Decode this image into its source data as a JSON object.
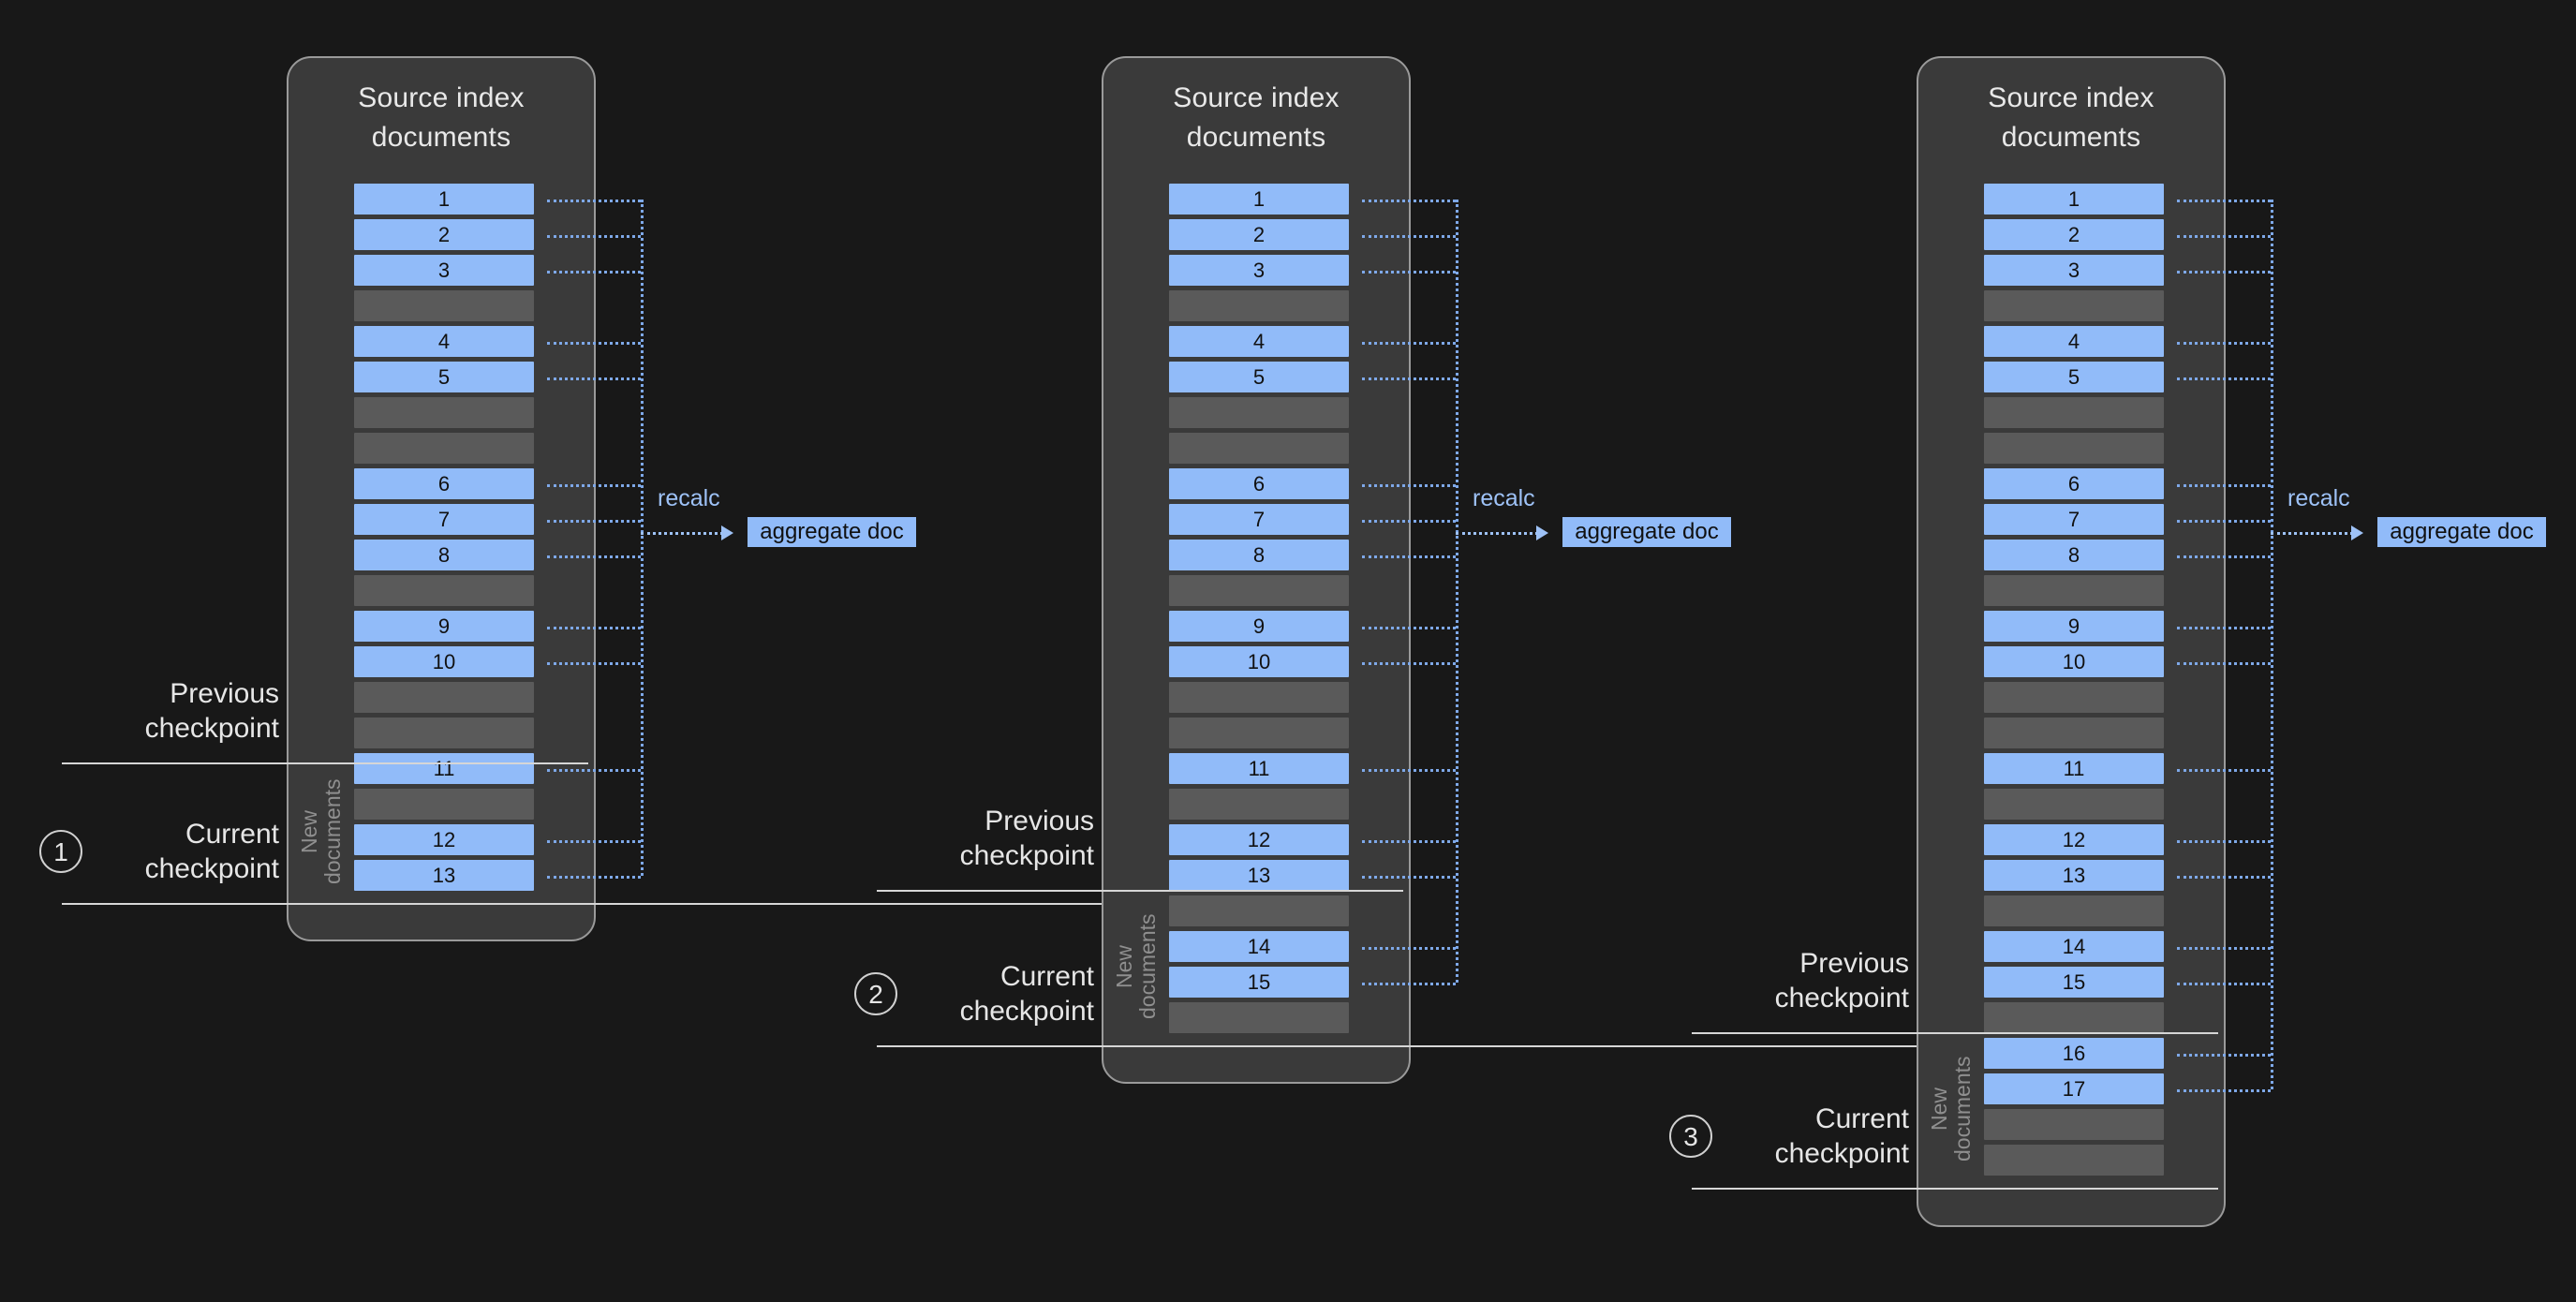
{
  "background": "#181818",
  "colors": {
    "panel_bg": "#3a3a3a",
    "panel_border": "#9a9a9a",
    "doc_row": "#91bbf9",
    "blank_row": "#5a5a5a",
    "connector": "#7ea8e8",
    "recalc": "#9ec2f7",
    "rule": "#d6d6d6",
    "title_text": "#e8e8e8",
    "newdocs_text": "#8f8f8f"
  },
  "labels": {
    "panel_title": "Source index\ndocuments",
    "new_documents": "New\ndocuments",
    "recalc": "recalc",
    "aggregate_doc": "aggregate doc",
    "previous_checkpoint": "Previous\ncheckpoint",
    "current_checkpoint": "Current\ncheckpoint"
  },
  "stages": [
    {
      "step": "1",
      "panel_title": "Source index\ndocuments",
      "recalc_label": "recalc",
      "aggregate_label": "aggregate doc",
      "previous_checkpoint_label": "Previous\ncheckpoint",
      "current_checkpoint_label": "Current\ncheckpoint",
      "new_documents_label": "New\ndocuments",
      "rows": [
        {
          "type": "doc",
          "id": "1"
        },
        {
          "type": "doc",
          "id": "2"
        },
        {
          "type": "doc",
          "id": "3"
        },
        {
          "type": "blank",
          "id": ""
        },
        {
          "type": "doc",
          "id": "4"
        },
        {
          "type": "doc",
          "id": "5"
        },
        {
          "type": "blank",
          "id": ""
        },
        {
          "type": "blank",
          "id": ""
        },
        {
          "type": "doc",
          "id": "6"
        },
        {
          "type": "doc",
          "id": "7"
        },
        {
          "type": "doc",
          "id": "8"
        },
        {
          "type": "blank",
          "id": ""
        },
        {
          "type": "doc",
          "id": "9"
        },
        {
          "type": "doc",
          "id": "10"
        },
        {
          "type": "blank",
          "id": ""
        },
        {
          "type": "blank",
          "id": ""
        },
        {
          "type": "doc",
          "id": "11"
        },
        {
          "type": "blank",
          "id": ""
        },
        {
          "type": "doc",
          "id": "12"
        },
        {
          "type": "doc",
          "id": "13"
        }
      ],
      "new_documents_start_index": 16
    },
    {
      "step": "2",
      "panel_title": "Source index\ndocuments",
      "recalc_label": "recalc",
      "aggregate_label": "aggregate doc",
      "previous_checkpoint_label": "Previous\ncheckpoint",
      "current_checkpoint_label": "Current\ncheckpoint",
      "new_documents_label": "New\ndocuments",
      "rows": [
        {
          "type": "doc",
          "id": "1"
        },
        {
          "type": "doc",
          "id": "2"
        },
        {
          "type": "doc",
          "id": "3"
        },
        {
          "type": "blank",
          "id": ""
        },
        {
          "type": "doc",
          "id": "4"
        },
        {
          "type": "doc",
          "id": "5"
        },
        {
          "type": "blank",
          "id": ""
        },
        {
          "type": "blank",
          "id": ""
        },
        {
          "type": "doc",
          "id": "6"
        },
        {
          "type": "doc",
          "id": "7"
        },
        {
          "type": "doc",
          "id": "8"
        },
        {
          "type": "blank",
          "id": ""
        },
        {
          "type": "doc",
          "id": "9"
        },
        {
          "type": "doc",
          "id": "10"
        },
        {
          "type": "blank",
          "id": ""
        },
        {
          "type": "blank",
          "id": ""
        },
        {
          "type": "doc",
          "id": "11"
        },
        {
          "type": "blank",
          "id": ""
        },
        {
          "type": "doc",
          "id": "12"
        },
        {
          "type": "doc",
          "id": "13"
        },
        {
          "type": "blank",
          "id": ""
        },
        {
          "type": "doc",
          "id": "14"
        },
        {
          "type": "doc",
          "id": "15"
        },
        {
          "type": "blank",
          "id": ""
        }
      ],
      "new_documents_start_index": 20
    },
    {
      "step": "3",
      "panel_title": "Source index\ndocuments",
      "recalc_label": "recalc",
      "aggregate_label": "aggregate doc",
      "previous_checkpoint_label": "Previous\ncheckpoint",
      "current_checkpoint_label": "Current\ncheckpoint",
      "new_documents_label": "New\ndocuments",
      "rows": [
        {
          "type": "doc",
          "id": "1"
        },
        {
          "type": "doc",
          "id": "2"
        },
        {
          "type": "doc",
          "id": "3"
        },
        {
          "type": "blank",
          "id": ""
        },
        {
          "type": "doc",
          "id": "4"
        },
        {
          "type": "doc",
          "id": "5"
        },
        {
          "type": "blank",
          "id": ""
        },
        {
          "type": "blank",
          "id": ""
        },
        {
          "type": "doc",
          "id": "6"
        },
        {
          "type": "doc",
          "id": "7"
        },
        {
          "type": "doc",
          "id": "8"
        },
        {
          "type": "blank",
          "id": ""
        },
        {
          "type": "doc",
          "id": "9"
        },
        {
          "type": "doc",
          "id": "10"
        },
        {
          "type": "blank",
          "id": ""
        },
        {
          "type": "blank",
          "id": ""
        },
        {
          "type": "doc",
          "id": "11"
        },
        {
          "type": "blank",
          "id": ""
        },
        {
          "type": "doc",
          "id": "12"
        },
        {
          "type": "doc",
          "id": "13"
        },
        {
          "type": "blank",
          "id": ""
        },
        {
          "type": "doc",
          "id": "14"
        },
        {
          "type": "doc",
          "id": "15"
        },
        {
          "type": "blank",
          "id": ""
        },
        {
          "type": "doc",
          "id": "16"
        },
        {
          "type": "doc",
          "id": "17"
        },
        {
          "type": "blank",
          "id": ""
        },
        {
          "type": "blank",
          "id": ""
        }
      ],
      "new_documents_start_index": 24
    }
  ]
}
